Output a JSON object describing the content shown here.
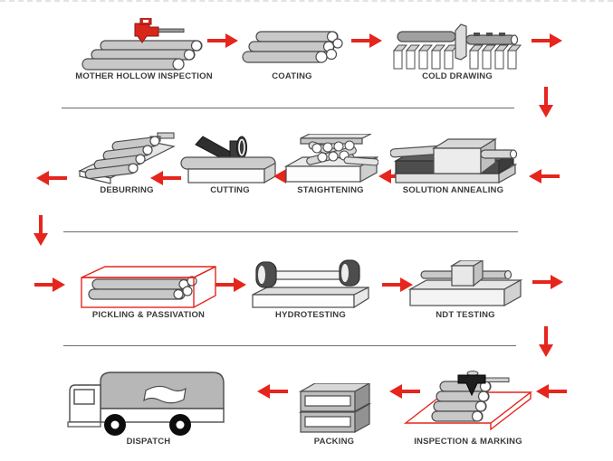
{
  "colors": {
    "arrow_red": "#e6251c",
    "pipe_gray": "#c8c8c8",
    "dark_gray": "#4d4d4d",
    "outline_gray": "#4b4b4b",
    "divider_gray": "#6b6b6b",
    "label_text": "#3b3b3b",
    "background": "#ffffff"
  },
  "flow": {
    "rows": [
      {
        "direction": "left-to-right",
        "steps": [
          {
            "label": "MOTHER HOLLOW INSPECTION",
            "icon": "pipes-with-gauge-icon"
          },
          {
            "label": "COATING",
            "icon": "pipe-bundle-icon"
          },
          {
            "label": "COLD DRAWING",
            "icon": "drawing-bench-icon"
          }
        ]
      },
      {
        "direction": "right-to-left",
        "steps": [
          {
            "label": "DEBURRING",
            "icon": "ramp-pipes-icon"
          },
          {
            "label": "CUTTING",
            "icon": "cutting-machine-icon"
          },
          {
            "label": "STAIGHTENING",
            "icon": "straightening-machine-icon"
          },
          {
            "label": "SOLUTION ANNEALING",
            "icon": "annealing-furnace-icon"
          }
        ]
      },
      {
        "direction": "left-to-right",
        "steps": [
          {
            "label": "PICKLING & PASSIVATION",
            "icon": "pipes-in-red-tank-icon"
          },
          {
            "label": "HYDROTESTING",
            "icon": "hydrotest-rig-icon"
          },
          {
            "label": "NDT TESTING",
            "icon": "ndt-station-icon"
          }
        ]
      },
      {
        "direction": "right-to-left",
        "steps": [
          {
            "label": "DISPATCH",
            "icon": "truck-icon"
          },
          {
            "label": "PACKING",
            "icon": "stacked-boxes-icon"
          },
          {
            "label": "INSPECTION & MARKING",
            "icon": "marking-station-icon"
          }
        ]
      }
    ]
  }
}
